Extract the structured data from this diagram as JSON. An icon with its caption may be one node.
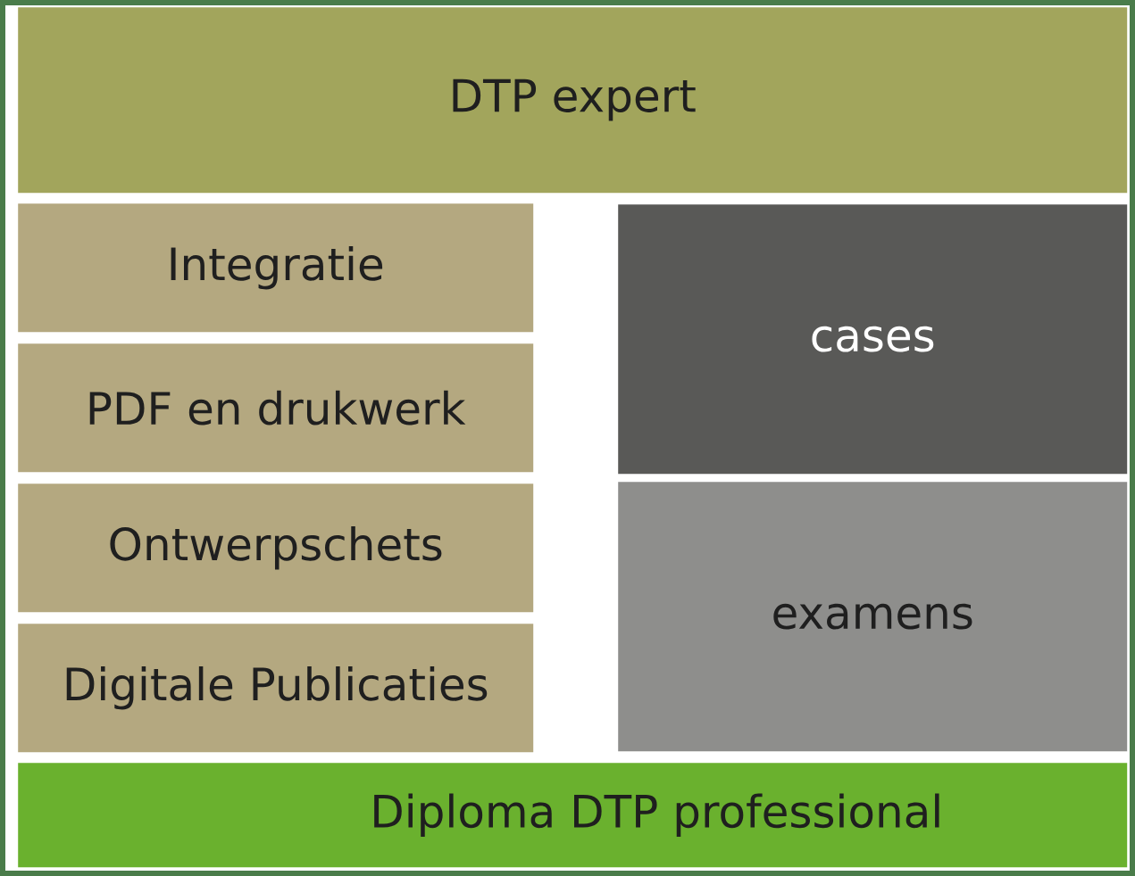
{
  "diagram": {
    "nodes": [
      {
        "text": [
          "DTP expert"
        ]
      },
      {
        "text": [
          "Integratie"
        ]
      },
      {
        "text": [
          "PDF en drukwerk"
        ]
      },
      {
        "text": [
          "Ontwerpschets"
        ]
      },
      {
        "text": [
          "Digitale Publicaties"
        ]
      },
      {
        "text": [
          "cases"
        ]
      },
      {
        "text": [
          "examens"
        ]
      },
      {
        "text": [
          "Diploma DTP professional"
        ]
      }
    ]
  }
}
